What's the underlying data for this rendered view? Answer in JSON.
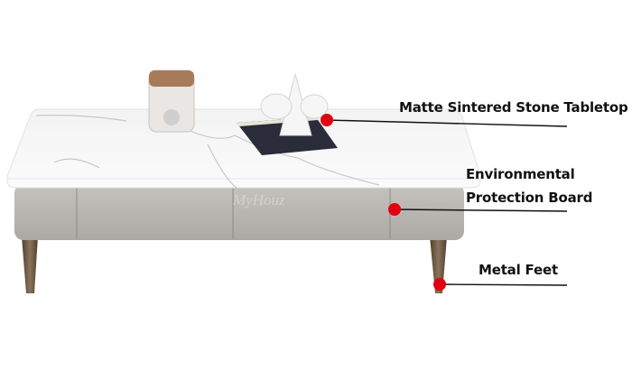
{
  "watermark": "MyHouz",
  "callouts": [
    {
      "label": "Matte Sintered Stone Tabletop"
    },
    {
      "label_line1": "Environmental",
      "label_line2": "Protection Board"
    },
    {
      "label": "Metal Feet"
    }
  ],
  "colors": {
    "marker": "#e00010",
    "apron": "#b9b5b0",
    "legs": "#6e5a44"
  }
}
